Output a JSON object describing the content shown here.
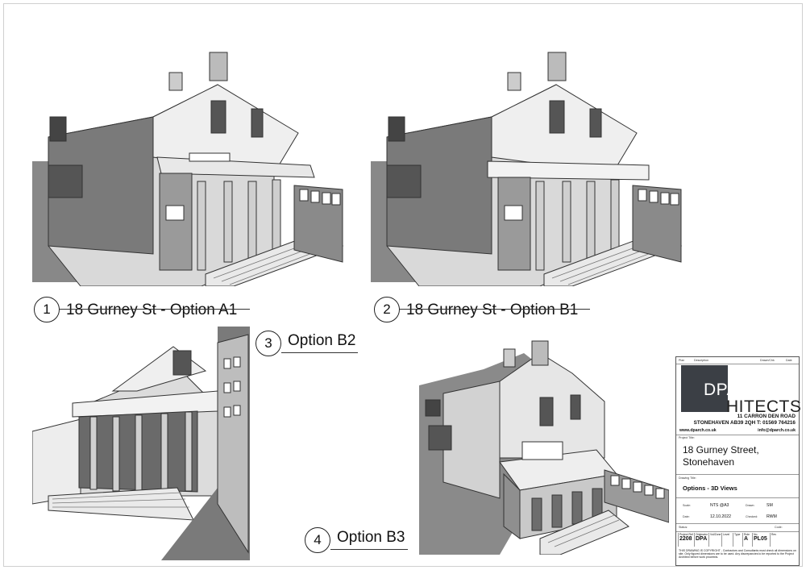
{
  "views": [
    {
      "number": "1",
      "label": "18 Gurney St - Option A1"
    },
    {
      "number": "2",
      "label": "18 Gurney St - Option B1"
    },
    {
      "number": "3",
      "label": "Option B2"
    },
    {
      "number": "4",
      "label": "Option B3"
    }
  ],
  "title_block": {
    "header": {
      "plan": "Plan",
      "description": "Description",
      "drawn": "Drawn/Chk",
      "date": "Date"
    },
    "logo_line1": "DPARC",
    "logo_line2": "HITECTS",
    "address_line1": "11 CARRON DEN ROAD",
    "address_line2": "STONEHAVEN AB39 2QH  T: 01569 764216",
    "web": "www.dparch.co.uk",
    "email": "info@dparch.co.uk",
    "project_title_label": "Project Title:",
    "project_line1": "18 Gurney Street,",
    "project_line2": "Stonehaven",
    "drawing_title_label": "Drawing Title:",
    "drawing_title": "Options - 3D Views",
    "scale_label": "Scale:",
    "scale_value": "NTS @A3",
    "drawn_label": "Drawn:",
    "drawn_value": "SM",
    "date_label": "Date:",
    "date_value": "12.10.2022",
    "checked_label": "Checked:",
    "checked_value": "RWM",
    "status_label": "Status:",
    "code_label": "Code:",
    "grid_headers": [
      "Project Ref",
      "Originator",
      "Vol/Zone",
      "Level",
      "Type",
      "Role",
      "No.",
      "Rev"
    ],
    "grid_values": [
      "2208",
      "DPA",
      "",
      "",
      "",
      "A",
      "PL05",
      ""
    ],
    "copyright": "THIS DRAWING IS COPYRIGHT - Contractors and Consultants must check all dimensions on site. Only figured dimensions are to be used. Any discrepancies to be reported to the Project Architect before work proceeds."
  }
}
